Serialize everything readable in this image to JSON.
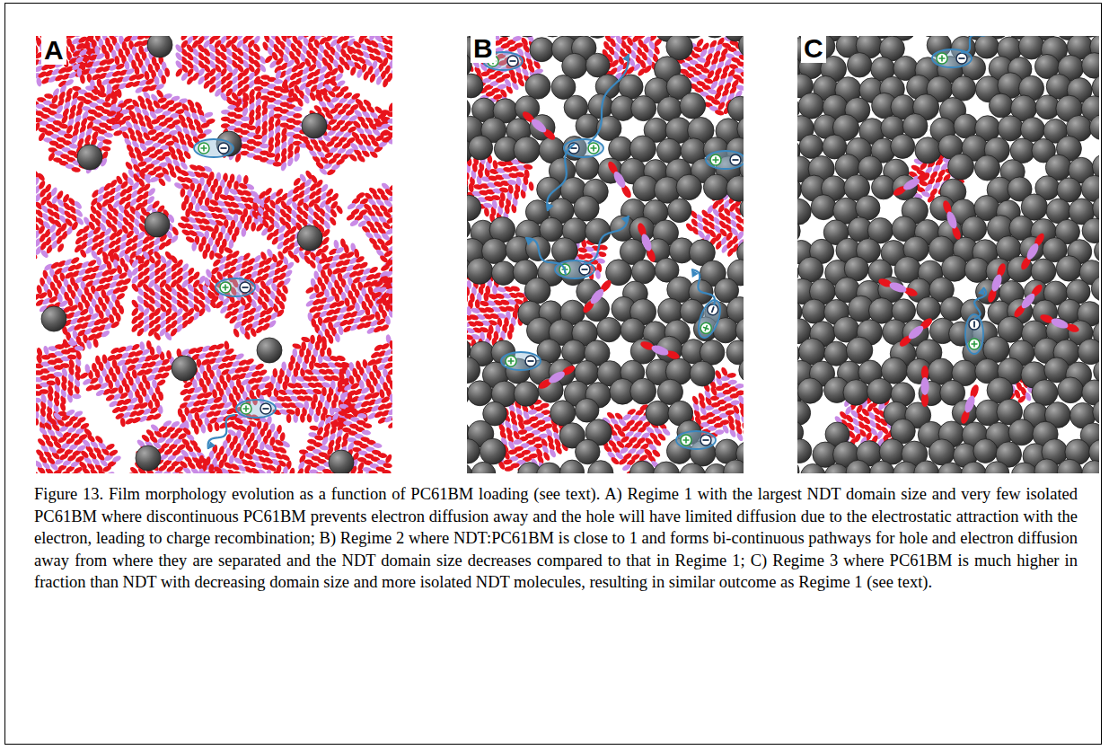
{
  "diagram": {
    "caption": "Figure 13. Film morphology evolution as a function of PC61BM loading (see text). A) Regime 1 with the largest NDT domain size and very few isolated PC61BM where discontinuous PC61BM prevents electron diffusion away and the hole will have limited diffusion due to the electrostatic attraction with the electron, leading to charge recombination; B) Regime 2 where NDT:PC61BM is close to 1 and forms bi-continuous pathways for hole and electron diffusion away from where they are separated and the NDT domain size decreases compared to that in Regime 1; C) Regime 3 where PC61BM is much higher in fraction than NDT with decreasing domain size and more isolated NDT molecules, resulting in similar outcome as Regime 1 (see text).",
    "labels": [
      "A",
      "B",
      "C"
    ]
  }
}
